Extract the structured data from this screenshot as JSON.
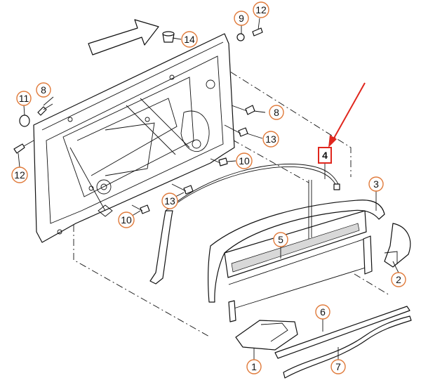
{
  "callouts": {
    "c1": "1",
    "c2": "2",
    "c3": "3",
    "c4": "4",
    "c5": "5",
    "c6": "6",
    "c7": "7",
    "c8a": "8",
    "c8b": "8",
    "c9": "9",
    "c10a": "10",
    "c10b": "10",
    "c11": "11",
    "c12a": "12",
    "c12b": "12",
    "c13a": "13",
    "c13b": "13",
    "c14": "14"
  },
  "highlight": {
    "part": "4",
    "arrow_color": "#e0261d",
    "box_color": "#e0261d"
  },
  "colors": {
    "callout_ring": "#e07a3a",
    "line": "#111111"
  }
}
